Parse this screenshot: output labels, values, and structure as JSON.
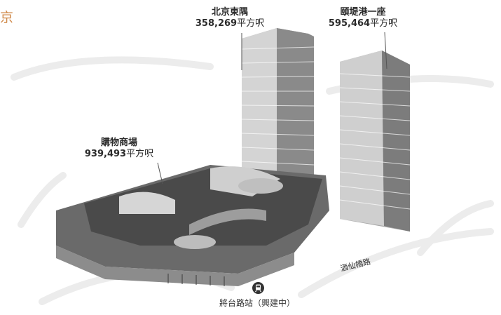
{
  "header": {
    "corner_text": "京"
  },
  "buildings": {
    "tower_left": {
      "name": "北京東隅",
      "area_number": "358,269",
      "area_unit": "平方呎"
    },
    "tower_right": {
      "name": "頤堤港一座",
      "area_number": "595,464",
      "area_unit": "平方呎"
    },
    "mall": {
      "name": "購物商場",
      "area_number": "939,493",
      "area_unit": "平方呎"
    }
  },
  "road": {
    "label": "酒仙橋路"
  },
  "station": {
    "label": "將台路站（興建中）",
    "icon": "metro-icon"
  },
  "colors": {
    "accent": "#d08a4a",
    "building_light": "#c9c9c9",
    "building_dark": "#5a5a5a"
  }
}
